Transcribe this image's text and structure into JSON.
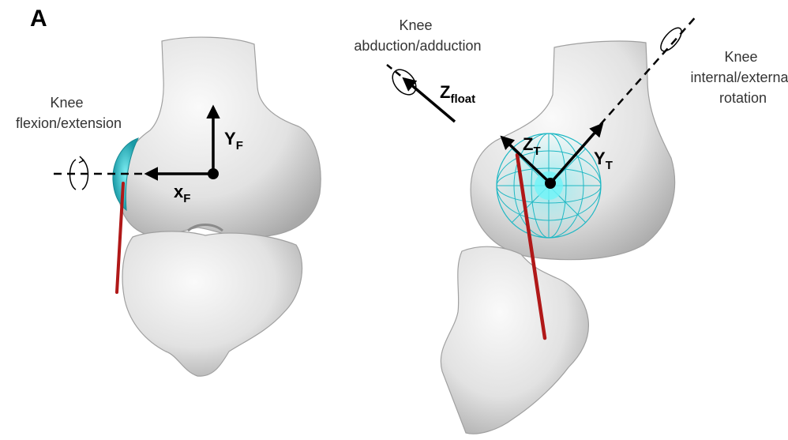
{
  "panel_label": "A",
  "labels": {
    "flexion_line1": "Knee",
    "flexion_line2": "flexion/extension",
    "abduction_line1": "Knee",
    "abduction_line2": "abduction/adduction",
    "rotation_line1": "Knee",
    "rotation_line2": "internal/external",
    "rotation_line3": "rotation"
  },
  "axes": {
    "femur_x": {
      "main": "x",
      "sub": "F"
    },
    "femur_y": {
      "main": "Y",
      "sub": "F"
    },
    "float_z": {
      "main": "Z",
      "sub": "float"
    },
    "tibia_z": {
      "main": "Z",
      "sub": "T"
    },
    "tibia_y": {
      "main": "Y",
      "sub": "T"
    }
  },
  "colors": {
    "bone": "#e8e8e8",
    "bone_shadow": "#b8b8b8",
    "sphere": "#1fb8c4",
    "rod": "#b01818",
    "axis": "#000000"
  }
}
